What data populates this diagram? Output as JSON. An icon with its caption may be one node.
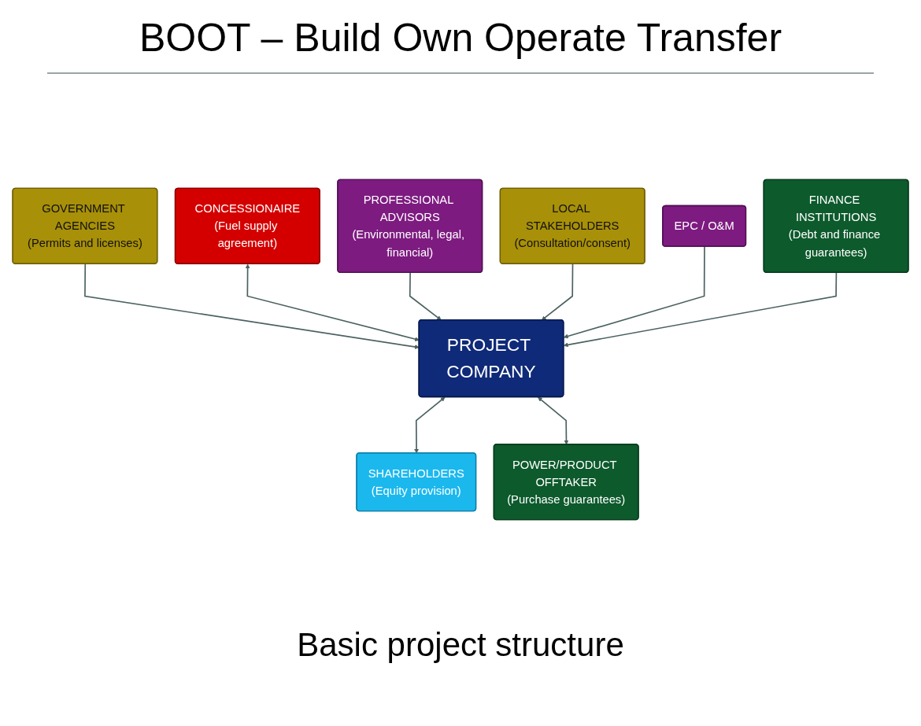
{
  "diagram": {
    "title": "BOOT – Build Own Operate Transfer",
    "caption": "Basic project structure",
    "nodes": [
      {
        "text": [
          "GOVERNMENT AGENCIES",
          "(Permits and licenses)"
        ]
      },
      {
        "text": [
          "CONCESSIONAIRE",
          "(Fuel supply agreement)"
        ]
      },
      {
        "text": [
          "PROFESSIONAL ADVISORS",
          "(Environmental, legal, financial)"
        ]
      },
      {
        "text": [
          "LOCAL STAKEHOLDERS",
          "(Consultation/consent)"
        ]
      },
      {
        "text": [
          "PROJECT COMPANY"
        ]
      },
      {
        "text": [
          "EPC / O&M"
        ]
      },
      {
        "text": [
          "SHAREHOLDERS",
          "(Equity provision)"
        ]
      },
      {
        "text": [
          "POWER/PRODUCT OFFTAKER",
          "(Purchase guarantees)"
        ]
      },
      {
        "text": [
          "FINANCE INSTITUTIONS",
          "(Debt and finance guarantees)"
        ]
      }
    ],
    "edges": [
      {
        "from": 0,
        "to": 4,
        "arrow": "to"
      },
      {
        "from": 1,
        "to": 4,
        "arrow": "both"
      },
      {
        "from": 2,
        "to": 4,
        "arrow": "to"
      },
      {
        "from": 3,
        "to": 4,
        "arrow": "to"
      },
      {
        "from": 5,
        "to": 4,
        "arrow": "to"
      },
      {
        "from": 4,
        "to": 6,
        "arrow": "both"
      },
      {
        "from": 4,
        "to": 7,
        "arrow": "both"
      },
      {
        "from": 8,
        "to": 4,
        "arrow": "to"
      }
    ]
  }
}
